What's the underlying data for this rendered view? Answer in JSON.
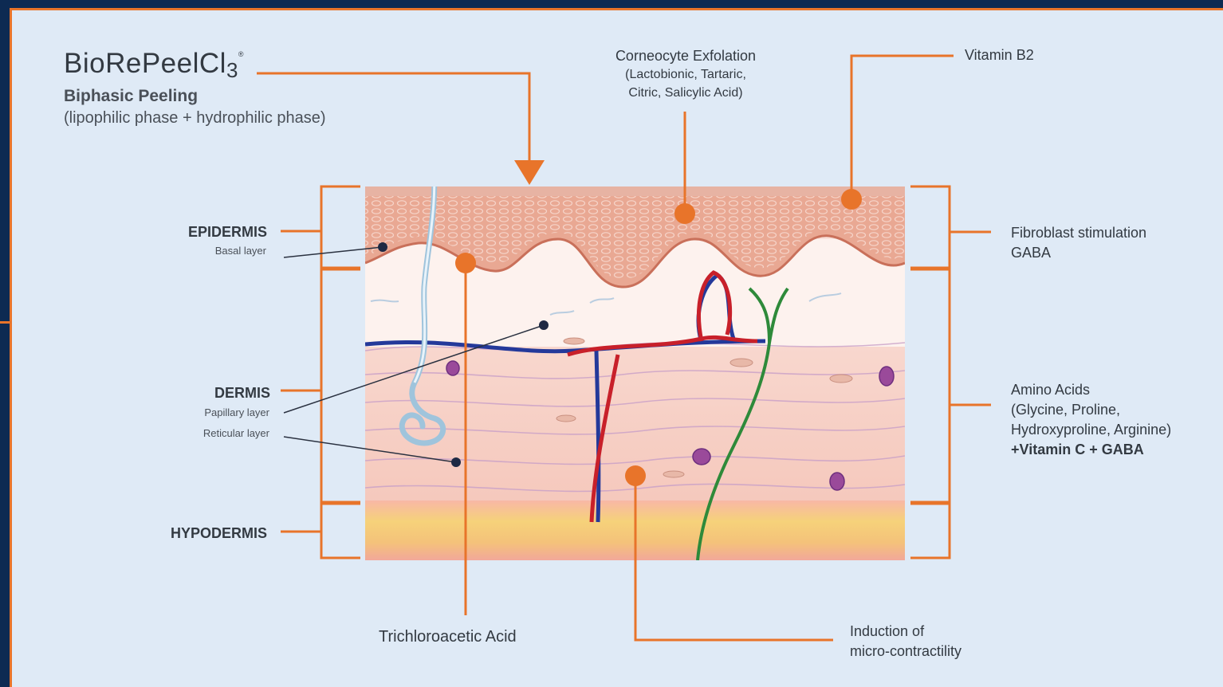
{
  "brand": {
    "name": "BioRePeelCl",
    "subscript": "3",
    "mark": "®"
  },
  "subtitle": "Biphasic Peeling",
  "subtitle_detail": "(lipophilic phase + hydrophilic phase)",
  "layers": {
    "epidermis": "EPIDERMIS",
    "basal": "Basal layer",
    "dermis": "DERMIS",
    "papillary": "Papillary layer",
    "reticular": "Reticular layer",
    "hypodermis": "HYPODERMIS"
  },
  "callouts": {
    "corneocyte_title": "Corneocyte Exfolation",
    "corneocyte_line1": "(Lactobionic, Tartaric,",
    "corneocyte_line2": "Citric, Salicylic Acid)",
    "vitamin_b2": "Vitamin B2",
    "fibroblast_line1": "Fibroblast stimulation",
    "fibroblast_line2": "GABA",
    "amino_title": "Amino Acids",
    "amino_line1": "(Glycine, Proline,",
    "amino_line2": "Hydroxyproline, Arginine)",
    "amino_line3": "+Vitamin C + GABA",
    "tca": "Trichloroacetic Acid",
    "induction_line1": "Induction of",
    "induction_line2": "micro-contractility"
  },
  "colors": {
    "accent": "#e8742a",
    "background": "#dfeaf6",
    "outer": "#0d2a52",
    "artery": "#c8202a",
    "vein": "#24399a",
    "nerve": "#2e8a3a",
    "pointer_dot": "#1e2a44"
  }
}
